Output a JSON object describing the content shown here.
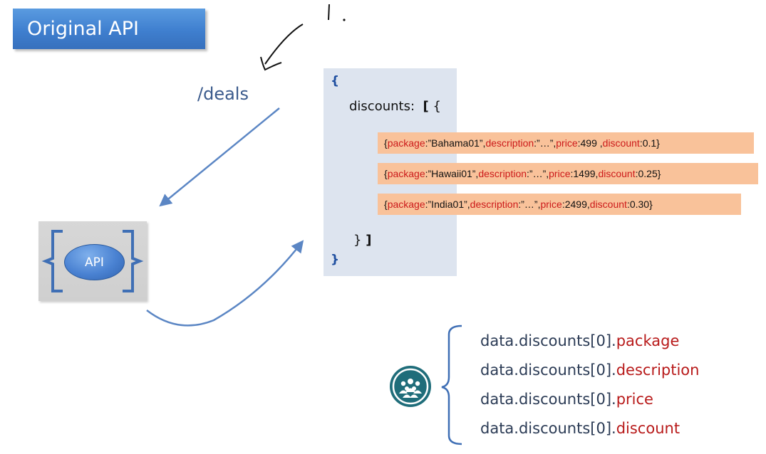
{
  "title": "Original API",
  "endpoint": "/deals",
  "api_label": "API",
  "json": {
    "open_brace": "{",
    "key_line": "discounts:",
    "open_bracket": "[",
    "open_inner": "{",
    "close_inner": "}",
    "close_bracket": "]",
    "close_brace": "}"
  },
  "records": [
    {
      "open": "{",
      "package_key": "package",
      "package_val": ":”Bahama01”, ",
      "description_key": "description",
      "description_val": ":”…”, ",
      "price_key": "price",
      "price_val": " :499 ,",
      "discount_key": "discount",
      "discount_val": ":0.1}"
    },
    {
      "open": "{",
      "package_key": "package",
      "package_val": ":”Hawaii01”, ",
      "description_key": "description",
      "description_val": ":”…”, ",
      "price_key": "price",
      "price_val": ":1499,",
      "discount_key": "discount",
      "discount_val": ":0.25}"
    },
    {
      "open": "{",
      "package_key": "package",
      "package_val": ":”India01”, ",
      "description_key": "description",
      "description_val": ":”…”,",
      "price_key": "price",
      "price_val": ":2499,",
      "discount_key": "discount",
      "discount_val": ":0.30}"
    }
  ],
  "access_paths": [
    {
      "prefix": "data.discounts[0].",
      "prop": "package"
    },
    {
      "prefix": "data.discounts[0].",
      "prop": "description"
    },
    {
      "prefix": "data.discounts[0].",
      "prop": "price"
    },
    {
      "prefix": "data.discounts[0].",
      "prop": "discount"
    }
  ],
  "colors": {
    "banner": "#3f7fcf",
    "panel": "#dde4ef",
    "row_fill": "#f9c29a",
    "key_red": "#cc1a1a",
    "arrow": "#5b86c4"
  },
  "icons": [
    "people-group-icon"
  ]
}
